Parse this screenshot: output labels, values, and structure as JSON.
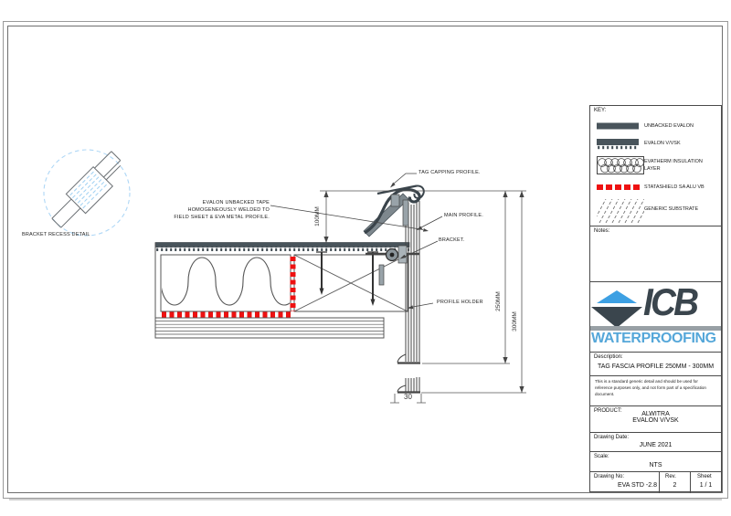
{
  "sheet": {
    "inset_caption": "BRACKET RECESS DETAIL"
  },
  "key_panel": {
    "title": "KEY:",
    "items": [
      {
        "swatch": "unbacked-evalon-swatch",
        "label": "UNBACKED EVALON"
      },
      {
        "swatch": "evalon-vvsk-swatch",
        "label": "EVALON V/VSK"
      },
      {
        "swatch": "evatherm-insulation-swatch",
        "label": "EVATHERM INSULATION LAYER"
      },
      {
        "swatch": "statashield-vb-swatch",
        "label": "STATASHIELD SA ALU VB"
      },
      {
        "swatch": "generic-substrate-swatch",
        "label": "GENERIC SUBSTRATE"
      }
    ]
  },
  "notes_panel": {
    "label": "Notes:"
  },
  "logo": {
    "brand": "ICB",
    "tagline": "WATERPROOFING"
  },
  "title_block": {
    "description_label": "Description:",
    "description": "TAG FASCIA PROFILE 250MM - 300MM",
    "disclaimer": "This is a standard generic detail and should be used for reference purposes only, and not form part of a specification document.",
    "product_label": "PRODUCT:",
    "product_line1": "ALWITRA",
    "product_line2": "EVALON V/VSK",
    "drawing_date_label": "Drawing Date:",
    "drawing_date": "JUNE 2021",
    "scale_label": "Scale:",
    "scale": "NTS",
    "drawing_no_label": "Drawing No:",
    "drawing_no": "EVA STD -2.8",
    "rev_label": "Rev.",
    "rev": "2",
    "sheet_label": "Sheet",
    "sheet": "1 / 1"
  },
  "callouts": {
    "tape_note_lines": [
      "EVALON UNBACKED TAPE",
      "HOMOGENEOUSLY WELDED TO",
      "FIELD SHEET & EVA METAL PROFILE."
    ],
    "tag_capping": "TAG CAPPING PROFILE.",
    "main_profile": "MAIN PROFILE.",
    "bracket": "BRACKET.",
    "profile_holder": "PROFILE HOLDER"
  },
  "dimensions": {
    "height_100": "100MM",
    "height_250": "250MM",
    "height_300": "300MM",
    "base_30": "30"
  },
  "colors": {
    "membrane_dark": "#49545b",
    "vapour_barrier_red": "#ee1111",
    "logo_blue": "#3da0e3",
    "logo_dark": "#3a454d",
    "tagline_blue": "#55a7d9",
    "inset_blue": "#aed7f6"
  }
}
